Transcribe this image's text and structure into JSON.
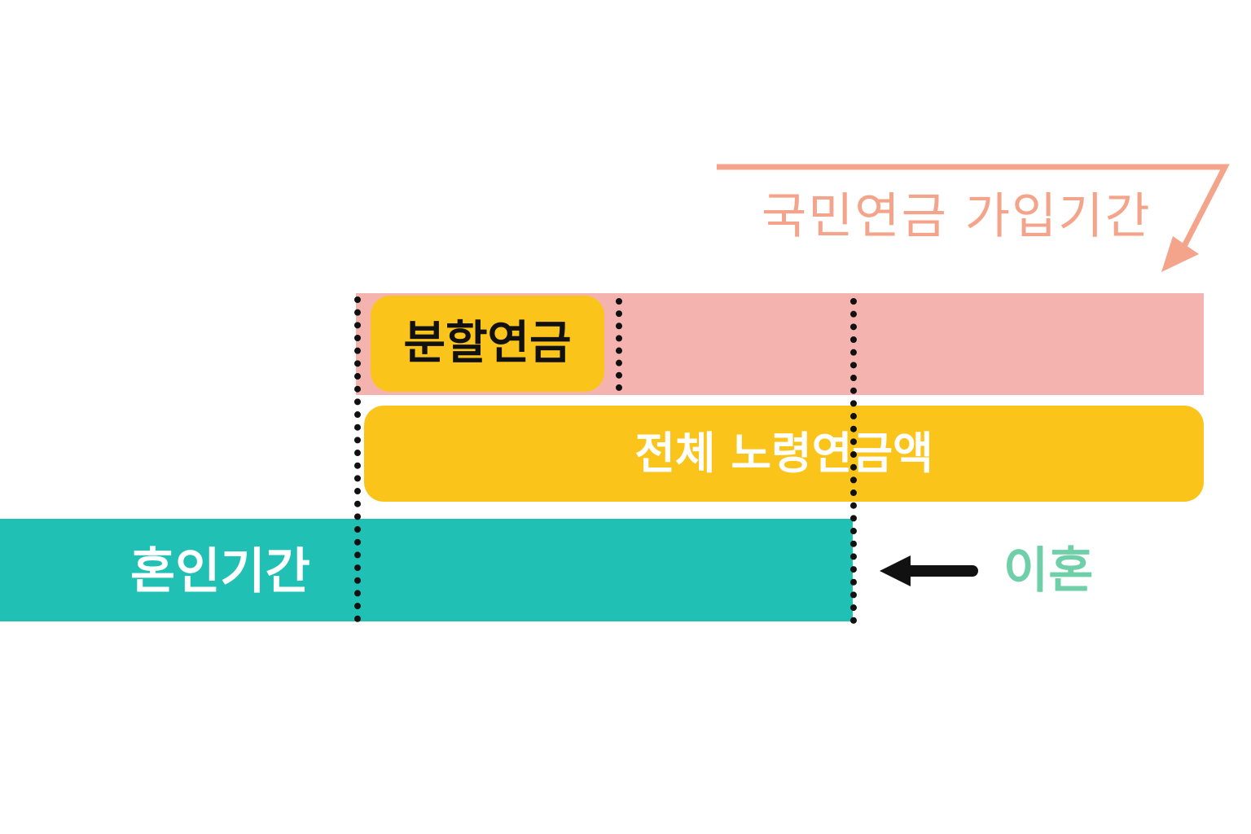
{
  "labels": {
    "pension_period": "국민연금 가입기간",
    "split_pension": "분할연금",
    "total_pension": "전체 노령연금액",
    "marriage_period": "혼인기간",
    "divorce": "이혼"
  },
  "colors": {
    "pension_period_text": "#f4a48a",
    "pension_bar": "#f5b3b0",
    "yellow_bar": "#fbc41b",
    "split_text": "#111111",
    "total_text": "#ffffff",
    "marriage_bar": "#20c0b5",
    "marriage_text": "#ffffff",
    "divorce_text": "#6fcfa9",
    "arrow_salmon": "#f4a48a",
    "arrow_black": "#111111",
    "dotted_line": "#111111"
  },
  "icons": {
    "period_arrow": "bent-arrow-down-left-icon",
    "divorce_arrow": "arrow-left-icon"
  }
}
